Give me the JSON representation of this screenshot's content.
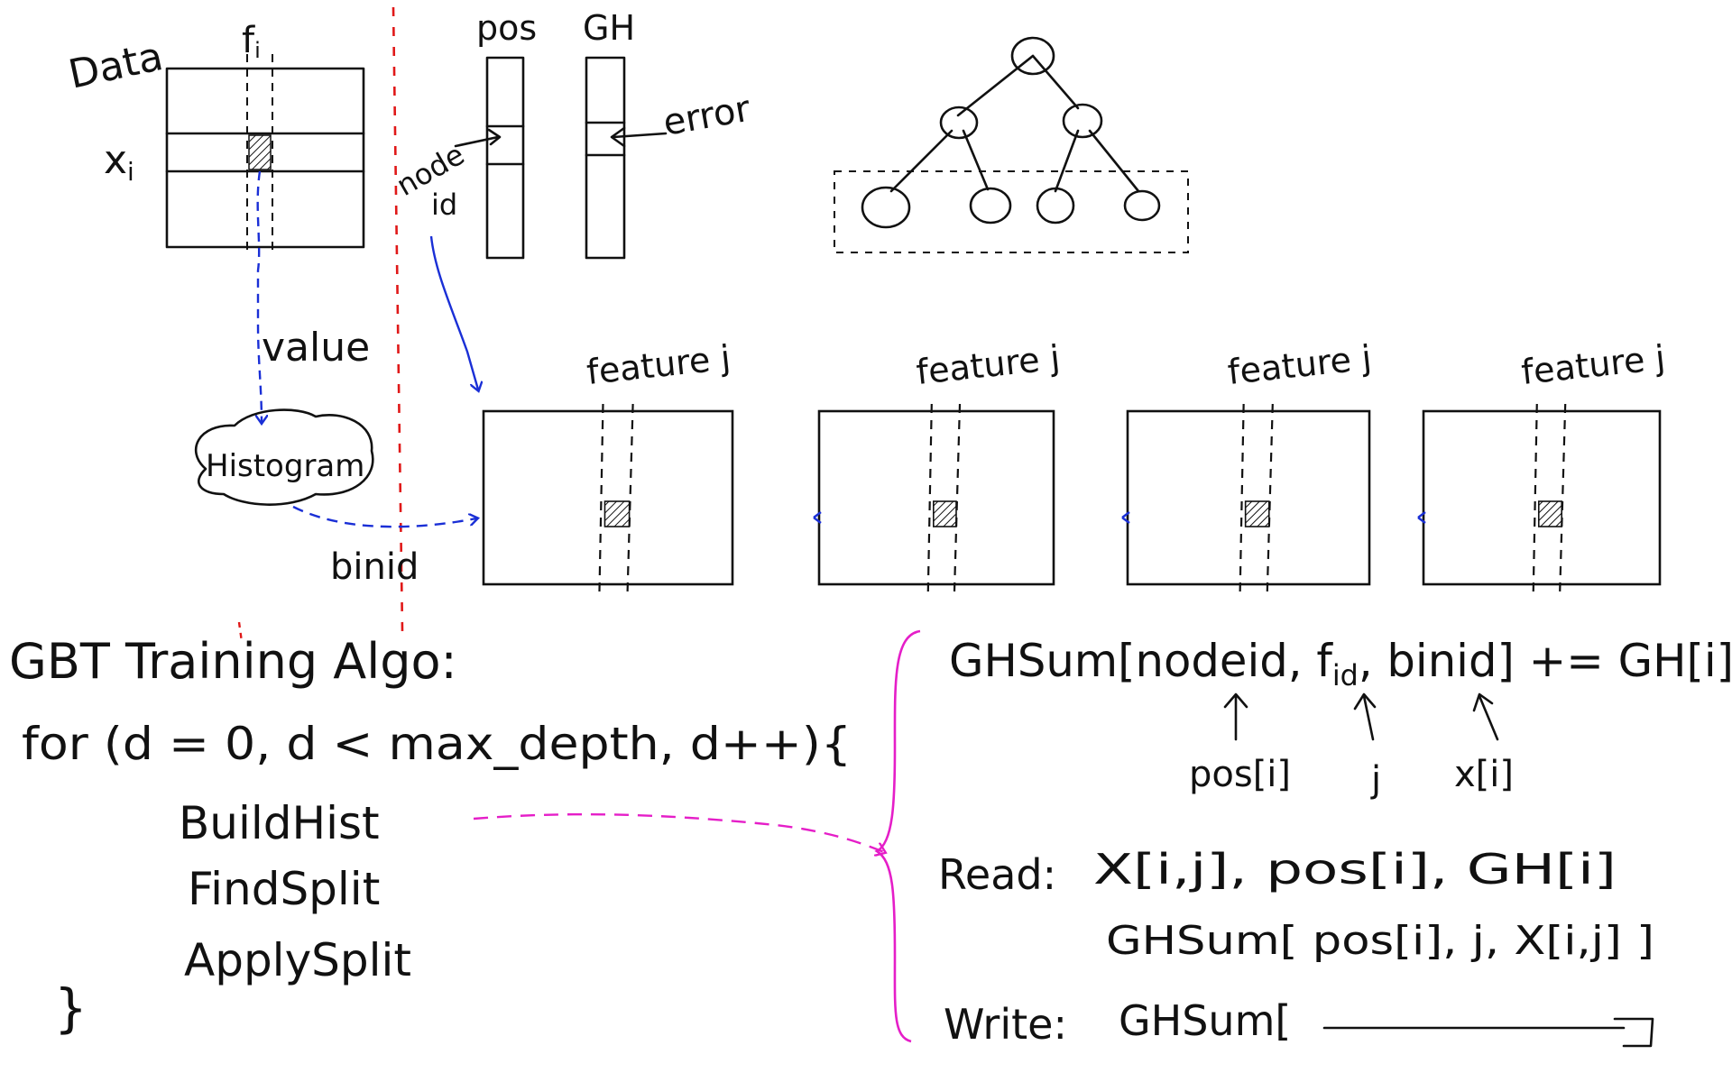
{
  "colors": {
    "ink": "#111111",
    "blue": "#1a2fd6",
    "red": "#e01818",
    "magenta": "#e51ec8"
  },
  "data_panel": {
    "title": "Data",
    "column_label": "f",
    "column_subscript": "i",
    "row_label": "x",
    "row_subscript": "i"
  },
  "arrays": {
    "pos_label": "pos",
    "gh_label": "GH",
    "error_label": "error",
    "nodeid_label_line1": "node",
    "nodeid_label_line2": "id"
  },
  "flow": {
    "value_label": "value",
    "histogram_label": "Histogram",
    "binid_label": "binid"
  },
  "feature_label": "feature j",
  "feature_blocks": 4,
  "tree": {
    "levels": 3,
    "leaf_count": 4
  },
  "algo": {
    "title": "GBT Training Algo:",
    "loop": "for (d = 0, d < max_depth, d++){",
    "steps": [
      "BuildHist",
      "FindSplit",
      "ApplySplit"
    ],
    "close": "}"
  },
  "detail": {
    "ghsum_formula": "GHSum[nodeid, f",
    "ghsum_sub": "id",
    "ghsum_rest": ", binid] += GH[i]",
    "ann_pos": "pos[i]",
    "ann_j": "j",
    "ann_x": "x[i]",
    "read_label": "Read:",
    "read_line1": "X[i,j], pos[i], GH[i]",
    "read_line2": "GHSum[ pos[i], j, X[i,j] ]",
    "write_label": "Write:",
    "write_line": "GHSum["
  }
}
